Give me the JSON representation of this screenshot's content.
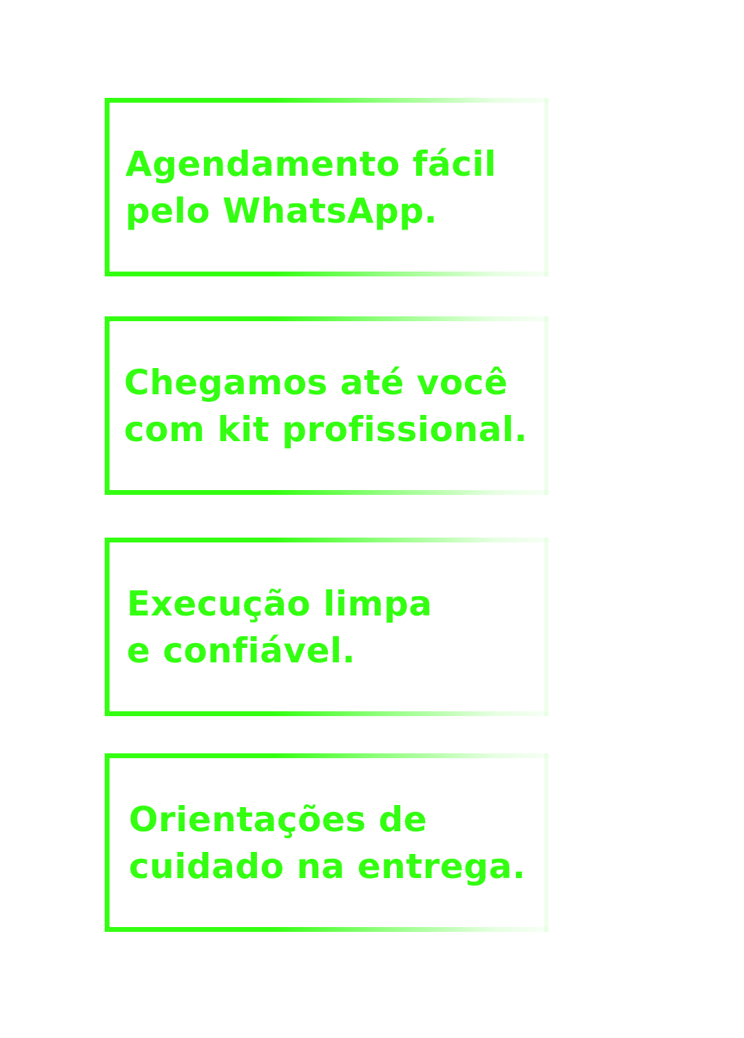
{
  "accent_color": "#33ff11",
  "cards": [
    {
      "lines": [
        "Agendamento fácil",
        "pelo WhatsApp."
      ]
    },
    {
      "lines": [
        "Chegamos até você",
        "com kit profissional."
      ]
    },
    {
      "lines": [
        "Execução limpa",
        "e confiável."
      ]
    },
    {
      "lines": [
        "Orientações de",
        "cuidado na entrega."
      ]
    }
  ]
}
